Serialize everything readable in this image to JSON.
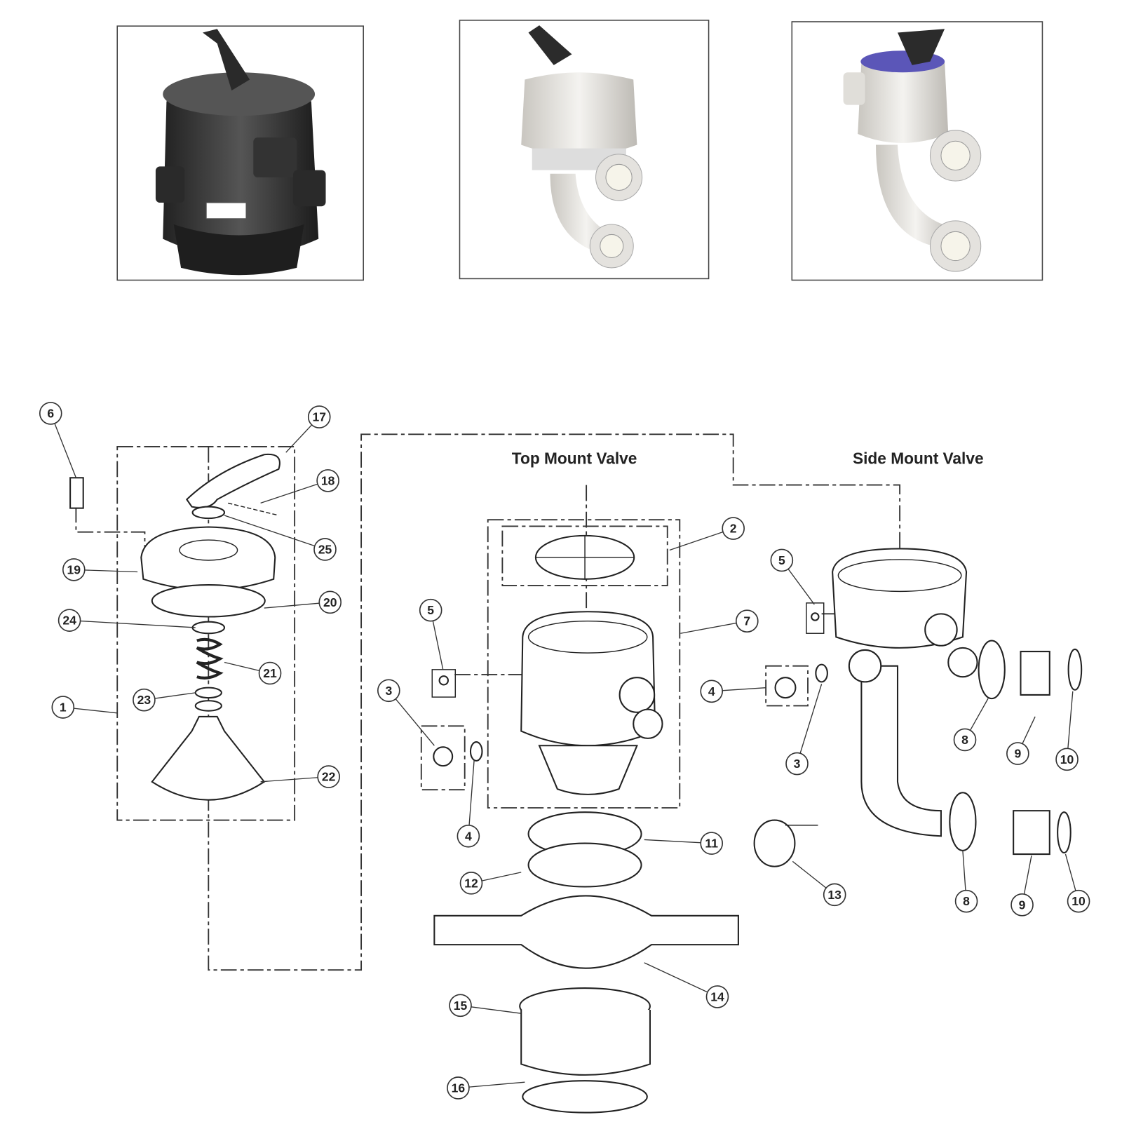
{
  "photos": [
    {
      "name": "top-mount-valve-photo",
      "color": "#3a3a3a"
    },
    {
      "name": "side-mount-valve-photo-a",
      "color": "#e6e4df"
    },
    {
      "name": "side-mount-valve-photo-b",
      "color": "#e8e6e2"
    }
  ],
  "diagram": {
    "titles": {
      "top_mount": "Top Mount Valve",
      "side_mount": "Side Mount Valve"
    },
    "callouts": [
      "6",
      "17",
      "18",
      "25",
      "19",
      "20",
      "24",
      "21",
      "23",
      "1",
      "22",
      "2",
      "5",
      "7",
      "3",
      "4",
      "11",
      "12",
      "14",
      "15",
      "16",
      "5",
      "4",
      "3",
      "8",
      "9",
      "10",
      "8",
      "9",
      "10",
      "13"
    ]
  }
}
